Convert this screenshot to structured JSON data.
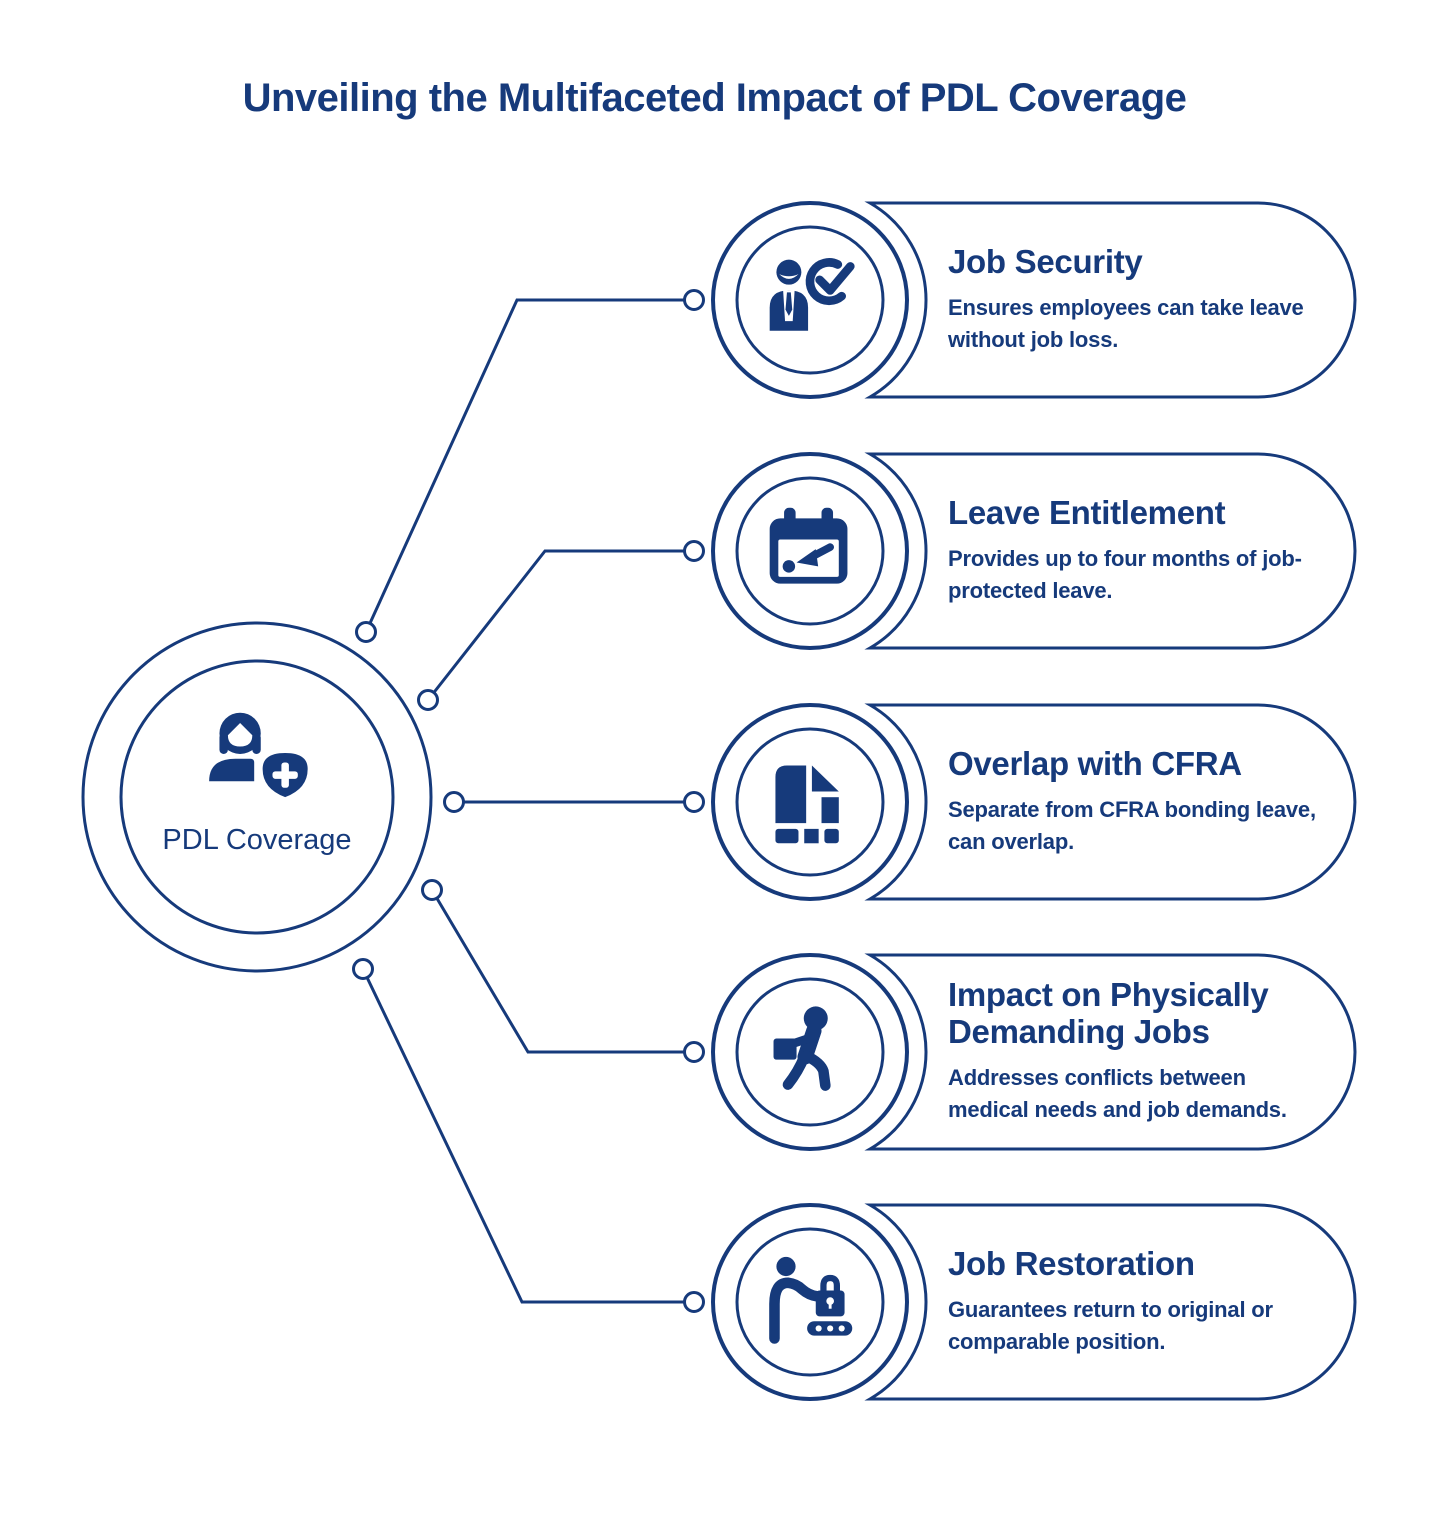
{
  "page": {
    "title": "Unveiling the Multifaceted Impact of PDL Coverage",
    "accent_color": "#163A7B",
    "background_color": "#FFFFFF"
  },
  "center": {
    "label": "PDL Coverage",
    "icon": "woman-shield-plus-icon"
  },
  "branches": [
    {
      "title": "Job Security",
      "description": "Ensures employees can take leave without job loss.",
      "icon": "person-check-icon"
    },
    {
      "title": "Leave Entitlement",
      "description": "Provides up to four months of job-protected leave.",
      "icon": "calendar-arrow-icon"
    },
    {
      "title": "Overlap with CFRA",
      "description": "Separate from CFRA bonding leave, can overlap.",
      "icon": "document-tiles-icon"
    },
    {
      "title": "Impact on Physically Demanding Jobs",
      "description": "Addresses conflicts between medical needs and job demands.",
      "icon": "person-carrying-box-icon"
    },
    {
      "title": "Job Restoration",
      "description": "Guarantees return to original or comparable position.",
      "icon": "person-luggage-icon"
    }
  ]
}
